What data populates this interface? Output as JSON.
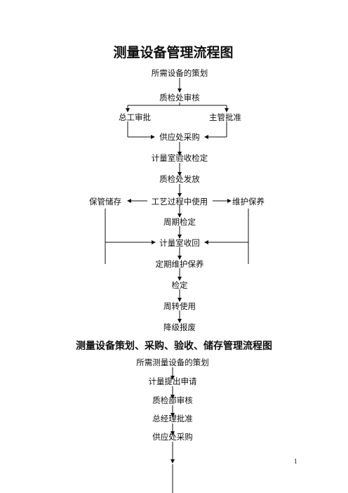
{
  "doc": {
    "title1": "测量设备管理流程图",
    "flow1": {
      "n1": "所需设备的策划",
      "n2": "质检处审核",
      "n3": "总工审批",
      "n4": "主管批准",
      "n5": "供应处采购",
      "n6": "计量室验收检定",
      "n7": "质检处发放",
      "n8": "保管储存",
      "n9": "工艺过程中使用",
      "n10": "维护保养",
      "n11": "周期检定",
      "n12": "计量室收回",
      "n13": "定期维护保养",
      "n14": "检定",
      "n15": "周转使用",
      "n16": "降级报废"
    },
    "title2": "测量设备策划、采购、验收、储存管理流程图",
    "flow2": {
      "m1": "所需测量设备的策划",
      "m2": "计量提出申请",
      "m3": "质检部审核",
      "m4": "总经理批准",
      "m5": "供应处采购"
    },
    "page_number": "1"
  }
}
